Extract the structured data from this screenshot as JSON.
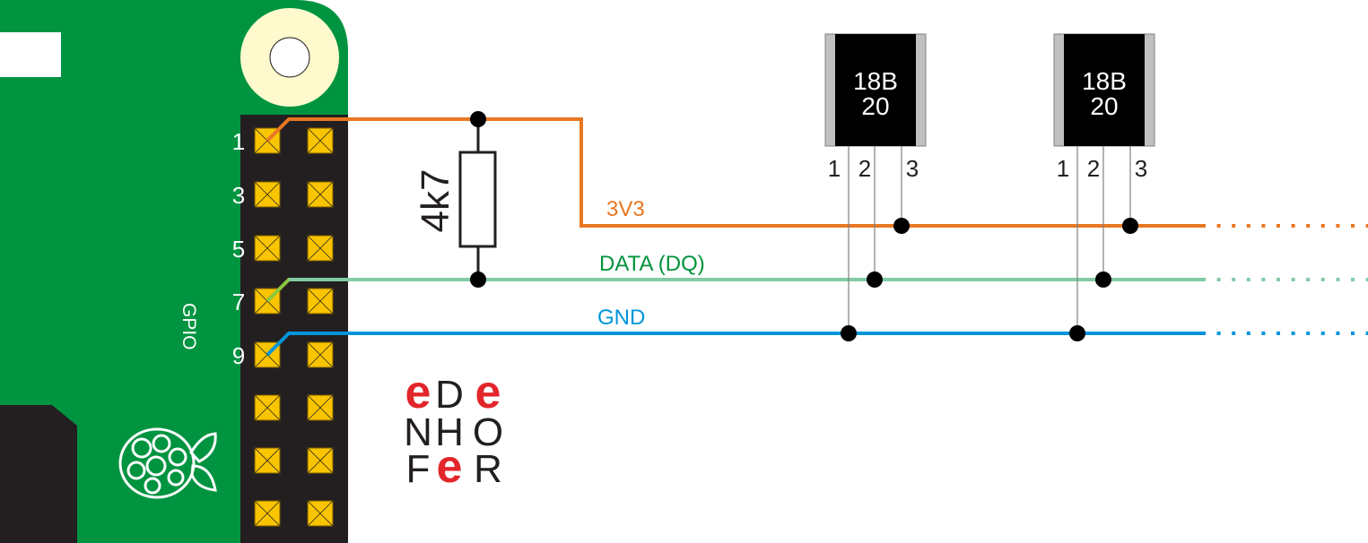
{
  "colors": {
    "pcb": "#009440",
    "header": "#231f20",
    "pin": "#f9c400",
    "v33": "#e87722",
    "data": "#82cba5",
    "data_pin": "#8cc63f",
    "gnd": "#0095db",
    "data_label": "#00933c",
    "mount_ring": "#fffacd",
    "sensor_body": "#000000",
    "sensor_side": "#c0c0c0",
    "logo_red": "#e3262b",
    "logo_dark": "#231f20"
  },
  "board": {
    "gpio_label": "GPIO",
    "pin_numbers": [
      "1",
      "3",
      "5",
      "7",
      "9"
    ],
    "logo": "raspberry-pi-logo"
  },
  "resistor": {
    "value": "4k7"
  },
  "buses": [
    {
      "id": "v33",
      "label": "3V3",
      "gpio_pin": "1"
    },
    {
      "id": "data",
      "label": "DATA (DQ)",
      "gpio_pin": "7"
    },
    {
      "id": "gnd",
      "label": "GND",
      "gpio_pin": "9"
    }
  ],
  "sensors": [
    {
      "line1": "18B",
      "line2": "20",
      "pins": [
        "1",
        "2",
        "3"
      ]
    },
    {
      "line1": "18B",
      "line2": "20",
      "pins": [
        "1",
        "2",
        "3"
      ]
    }
  ],
  "logo": {
    "rows": [
      [
        "e",
        "D",
        "e"
      ],
      [
        "N",
        "H",
        "O"
      ],
      [
        "F",
        "e",
        "R"
      ]
    ]
  }
}
